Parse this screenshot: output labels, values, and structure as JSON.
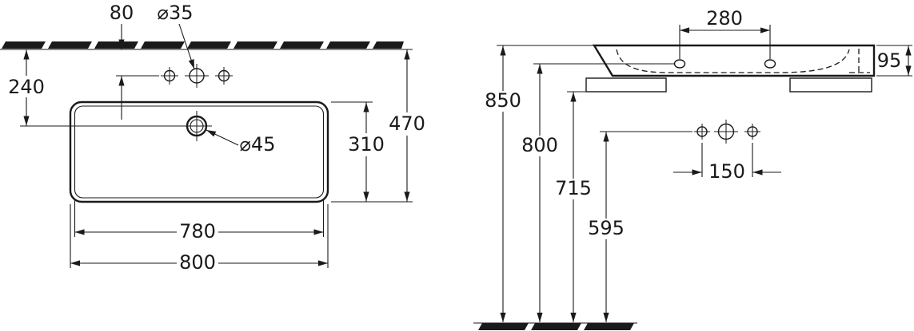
{
  "colors": {
    "line": "#1a1a1a",
    "background": "#ffffff"
  },
  "plan_view": {
    "tap_hole_setback": "80",
    "tap_hole_diameter": "⌀35",
    "drain_setback": "240",
    "basin_depth_inner": "310",
    "depth_total": "470",
    "drain_diameter": "⌀45",
    "width_inner": "780",
    "width_total": "800"
  },
  "side_view": {
    "hole_spacing": "280",
    "rim_height": "95",
    "height_rim_top": "850",
    "height_holes": "800",
    "height_underside": "715",
    "height_fixing_bolts": "595",
    "bolt_spacing": "150"
  }
}
